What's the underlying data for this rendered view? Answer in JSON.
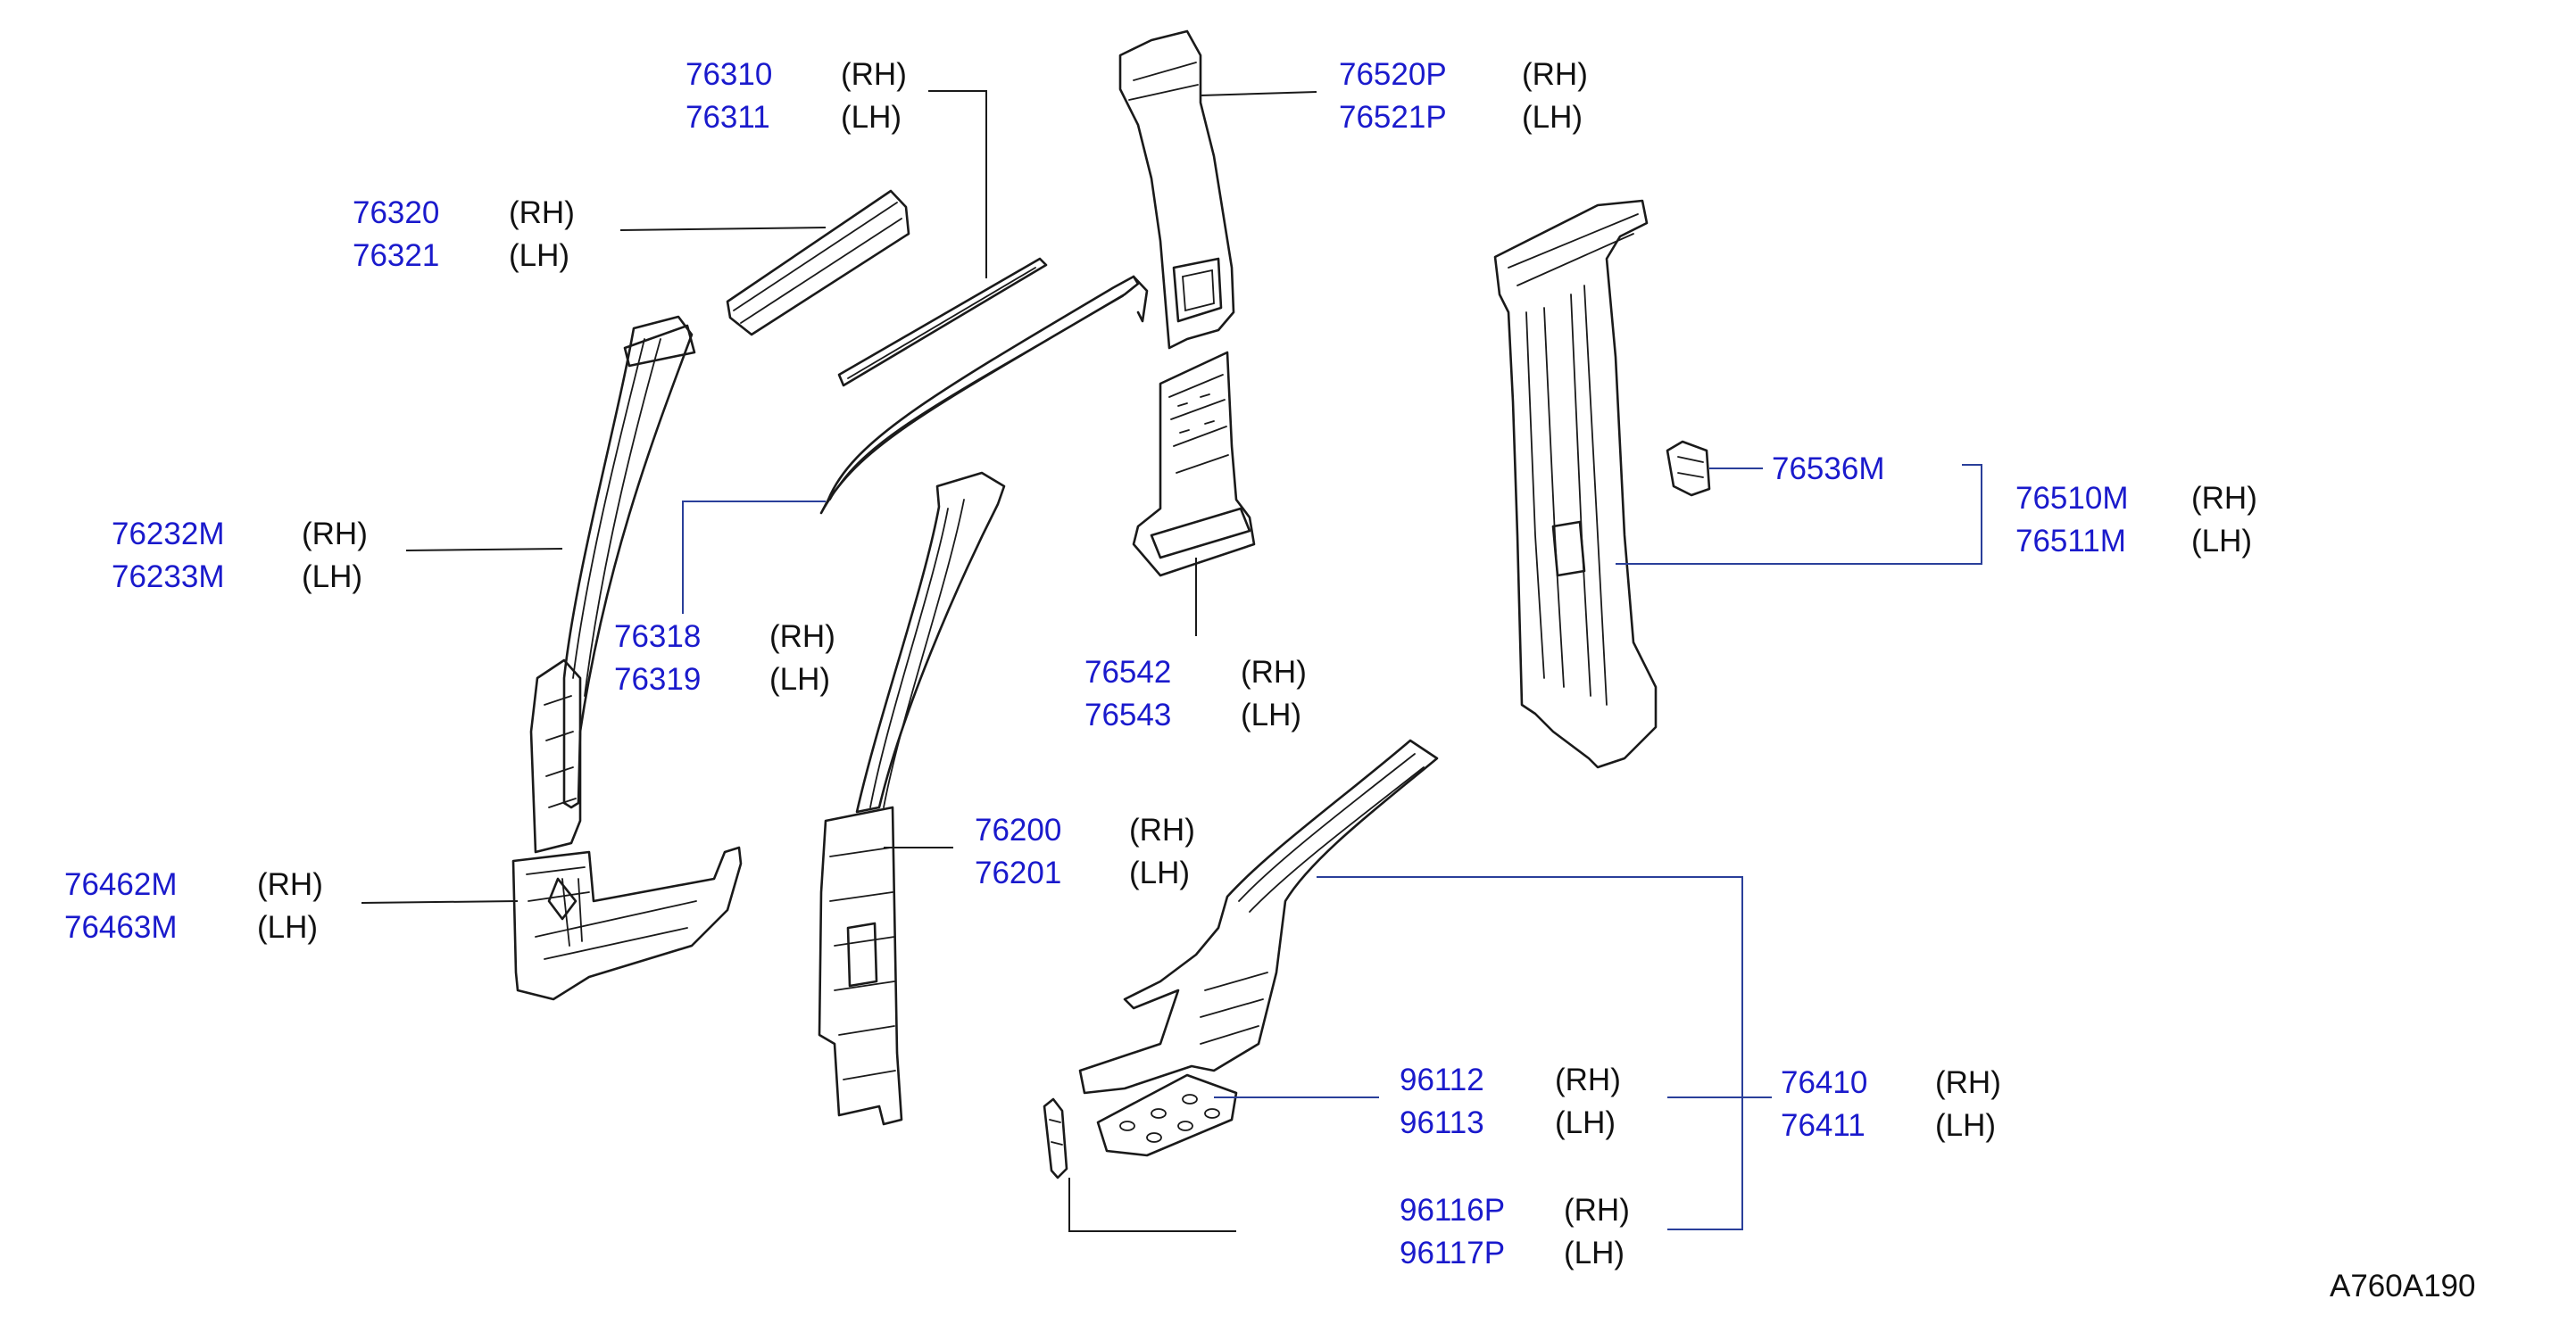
{
  "callouts": [
    {
      "part": "76310",
      "side": "(RH)"
    },
    {
      "part": "76311",
      "side": "(LH)"
    },
    {
      "part": "76320",
      "side": "(RH)"
    },
    {
      "part": "76321",
      "side": "(LH)"
    },
    {
      "part": "76520P",
      "side": "(RH)"
    },
    {
      "part": "76521P",
      "side": "(LH)"
    },
    {
      "part": "76232M",
      "side": "(RH)"
    },
    {
      "part": "76233M",
      "side": "(LH)"
    },
    {
      "part": "76318",
      "side": "(RH)"
    },
    {
      "part": "76319",
      "side": "(LH)"
    },
    {
      "part": "76542",
      "side": "(RH)"
    },
    {
      "part": "76543",
      "side": "(LH)"
    },
    {
      "part": "76536M",
      "side": ""
    },
    {
      "part": "76510M",
      "side": "(RH)"
    },
    {
      "part": "76511M",
      "side": "(LH)"
    },
    {
      "part": "76462M",
      "side": "(RH)"
    },
    {
      "part": "76463M",
      "side": "(LH)"
    },
    {
      "part": "76200",
      "side": "(RH)"
    },
    {
      "part": "76201",
      "side": "(LH)"
    },
    {
      "part": "96112",
      "side": "(RH)"
    },
    {
      "part": "96113",
      "side": "(LH)"
    },
    {
      "part": "76410",
      "side": "(RH)"
    },
    {
      "part": "76411",
      "side": "(LH)"
    },
    {
      "part": "96116P",
      "side": "(RH)"
    },
    {
      "part": "96117P",
      "side": "(LH)"
    }
  ],
  "diagram_code": "A760A190"
}
